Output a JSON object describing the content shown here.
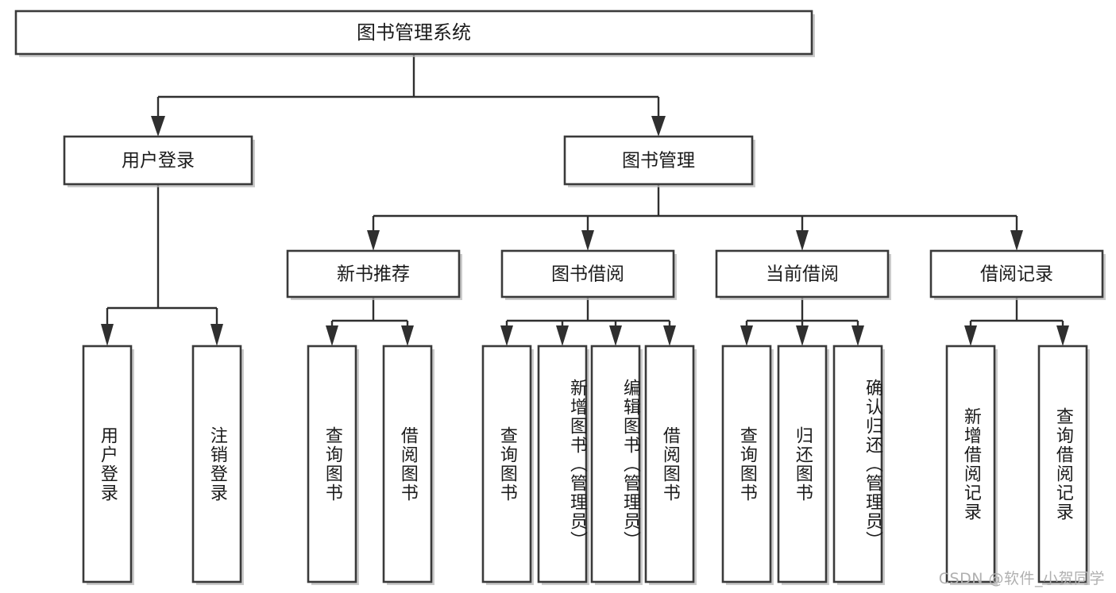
{
  "diagram": {
    "kind": "functional-structure-tree",
    "root": {
      "id": "root",
      "label": "图书管理系统"
    },
    "level1": [
      {
        "id": "user-login",
        "label": "用户登录"
      },
      {
        "id": "book-manage",
        "label": "图书管理"
      }
    ],
    "level2": [
      {
        "id": "new-book-rec",
        "label": "新书推荐",
        "parent": "book-manage"
      },
      {
        "id": "book-borrow",
        "label": "图书借阅",
        "parent": "book-manage"
      },
      {
        "id": "current-borrow",
        "label": "当前借阅",
        "parent": "book-manage"
      },
      {
        "id": "borrow-record",
        "label": "借阅记录",
        "parent": "book-manage"
      }
    ],
    "leaves": [
      {
        "id": "leaf-user-login",
        "label": "用户登录",
        "parent": "user-login"
      },
      {
        "id": "leaf-user-logout",
        "label": "注销登录",
        "parent": "user-login"
      },
      {
        "id": "leaf-query-book-1",
        "label": "查询图书",
        "parent": "new-book-rec"
      },
      {
        "id": "leaf-borrow-book-1",
        "label": "借阅图书",
        "parent": "new-book-rec"
      },
      {
        "id": "leaf-query-book-2",
        "label": "查询图书",
        "parent": "book-borrow"
      },
      {
        "id": "leaf-add-book",
        "label": "新增图书（管理员）",
        "parent": "book-borrow"
      },
      {
        "id": "leaf-edit-book",
        "label": "编辑图书（管理员）",
        "parent": "book-borrow"
      },
      {
        "id": "leaf-borrow-book-2",
        "label": "借阅图书",
        "parent": "book-borrow"
      },
      {
        "id": "leaf-query-book-3",
        "label": "查询图书",
        "parent": "current-borrow"
      },
      {
        "id": "leaf-return-book",
        "label": "归还图书",
        "parent": "current-borrow"
      },
      {
        "id": "leaf-confirm-return",
        "label": "确认归还（管理员）",
        "parent": "current-borrow"
      },
      {
        "id": "leaf-add-record",
        "label": "新增借阅记录",
        "parent": "borrow-record"
      },
      {
        "id": "leaf-query-record",
        "label": "查询借阅记录",
        "parent": "borrow-record"
      }
    ],
    "colors": {
      "box_stroke": "#3a3a3a",
      "box_fill": "#ffffff",
      "connector": "#2f2f2f",
      "text": "#1b1b1b",
      "watermark": "#b0b0b0",
      "background": "#ffffff"
    }
  },
  "watermark": {
    "text": "CSDN @软件_小贺同学"
  }
}
